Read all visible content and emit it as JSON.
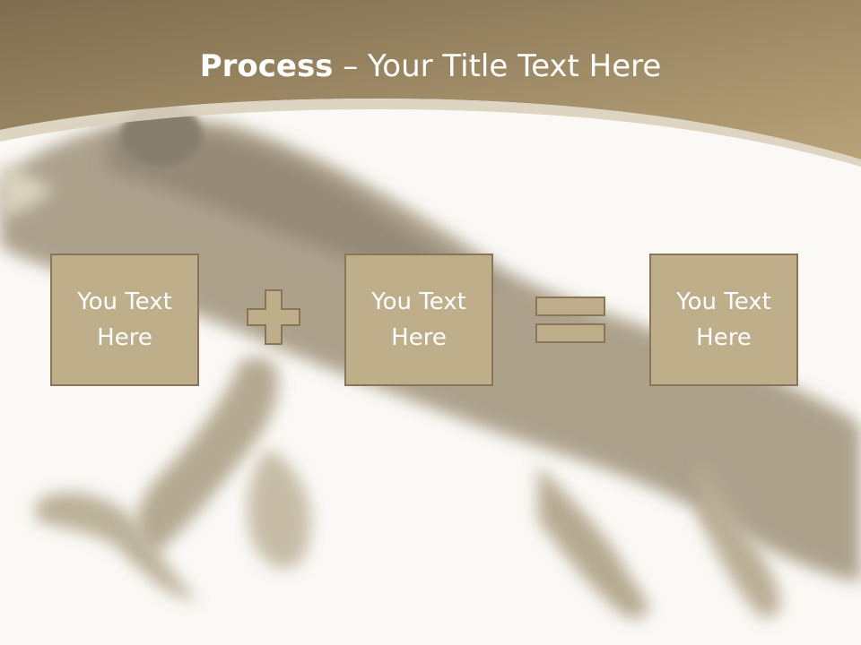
{
  "slide": {
    "title_bold": "Process",
    "title_rest": " – Your Title Text Here",
    "boxes": [
      {
        "text": "You Text Here"
      },
      {
        "text": "You Text Here"
      },
      {
        "text": "You Text Here"
      }
    ],
    "operators": [
      "plus-icon",
      "equals-icon"
    ],
    "colors": {
      "header_band": "#8c7a58",
      "box_fill": "#bfae8a",
      "box_border": "#87765a",
      "symbol_fill": "#bfae8a",
      "background": "#faf9f5"
    }
  }
}
